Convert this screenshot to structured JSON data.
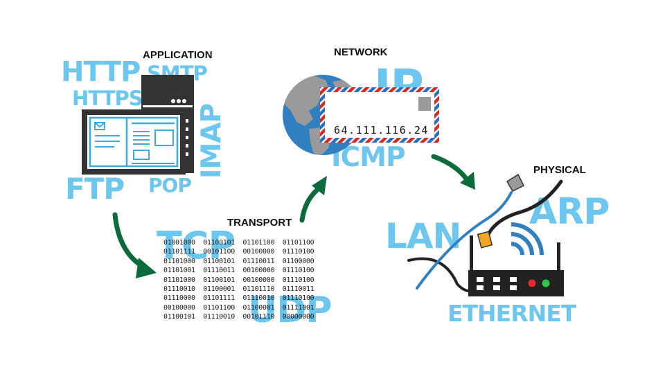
{
  "layers": {
    "application": "APPLICATION",
    "transport": "TRANSPORT",
    "network": "NETWORK",
    "physical": "PHYSICAL"
  },
  "protocols": {
    "http": "HTTP",
    "https": "HTTPS",
    "smtp": "SMTP",
    "imap": "IMAP",
    "ftp": "FTP",
    "pop": "POP",
    "tcp": "TCP",
    "udp": "UDP",
    "ip": "IP",
    "icmp": "ICMP",
    "lan": "LAN",
    "arp": "ARP",
    "ethernet": "ETHERNET"
  },
  "ip_address": "64.111.116.24",
  "binary_rows": [
    "01001000  01100101  01101100  01101100",
    "01101111  00101100  00100000  01110100",
    "01101000  01100101  01110011  01100000",
    "01101001  01110011  00100000  01110100",
    "01101000  01100101  00100000  01110100",
    "01110010  01100001  01101110  01110011",
    "01110000  01101111  01110010  01110100",
    "00100000  01101100  01100001  01111001",
    "01100101  01110010  00101110  00000000"
  ],
  "icons": [
    "desktop-computer-icon",
    "email-icon",
    "globe-icon",
    "envelope-icon",
    "router-icon",
    "wifi-icon",
    "network-cable-icon"
  ],
  "colors": {
    "protocol_text": "#6cc6ee",
    "arrow": "#0b6b3a",
    "device": "#333333",
    "screen_line": "#3aa9de",
    "ocean": "#2f7fc1",
    "land": "#9a9a9a",
    "led_red": "#e8262c",
    "led_green": "#2ec84a"
  }
}
